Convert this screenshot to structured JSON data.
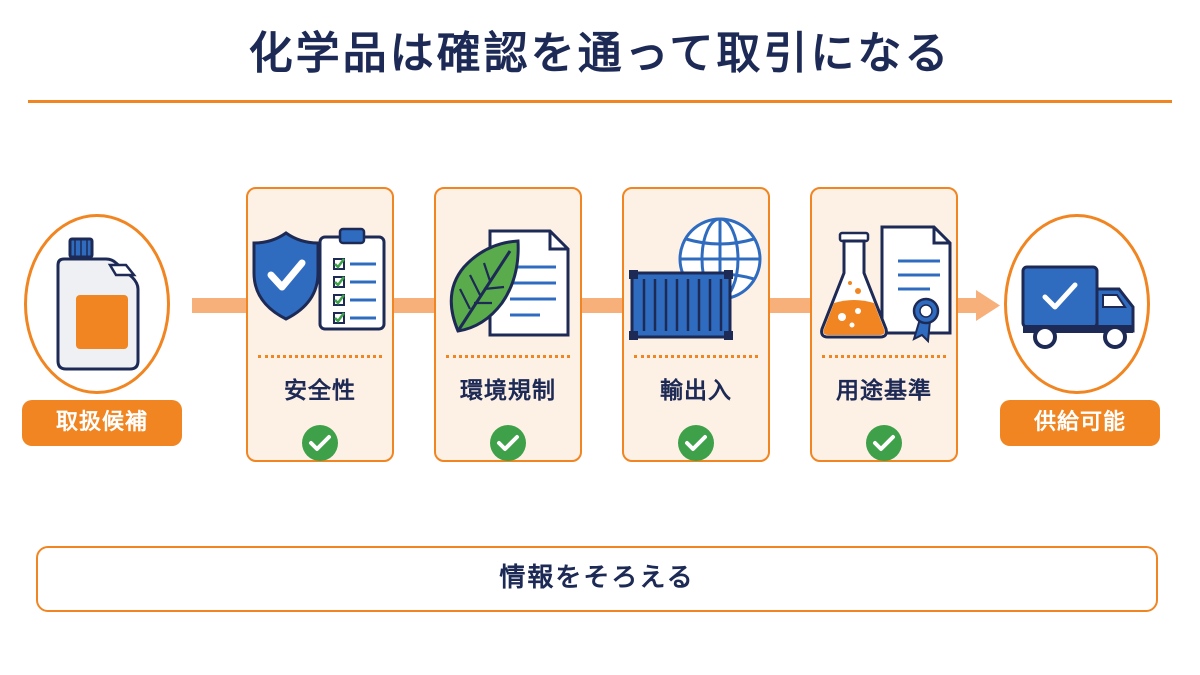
{
  "title": "化学品は確認を通って取引になる",
  "colors": {
    "navy": "#1d2a55",
    "orange": "#f08522",
    "light_orange": "#f7b07a",
    "card_fill": "#fdf0e4",
    "blue": "#2f6cc0",
    "green": "#3fa04a",
    "leaf_green": "#5aab4c"
  },
  "start": {
    "label": "取扱候補",
    "icon": "chemical-jug-icon"
  },
  "steps": [
    {
      "label": "安全性",
      "icon": "shield-checklist-icon"
    },
    {
      "label": "環境規制",
      "icon": "leaf-document-icon"
    },
    {
      "label": "輸出入",
      "icon": "globe-container-icon"
    },
    {
      "label": "用途基準",
      "icon": "flask-certificate-icon"
    }
  ],
  "end": {
    "label": "供給可能",
    "icon": "delivery-truck-icon"
  },
  "footer": {
    "label": "情報をそろえる"
  }
}
